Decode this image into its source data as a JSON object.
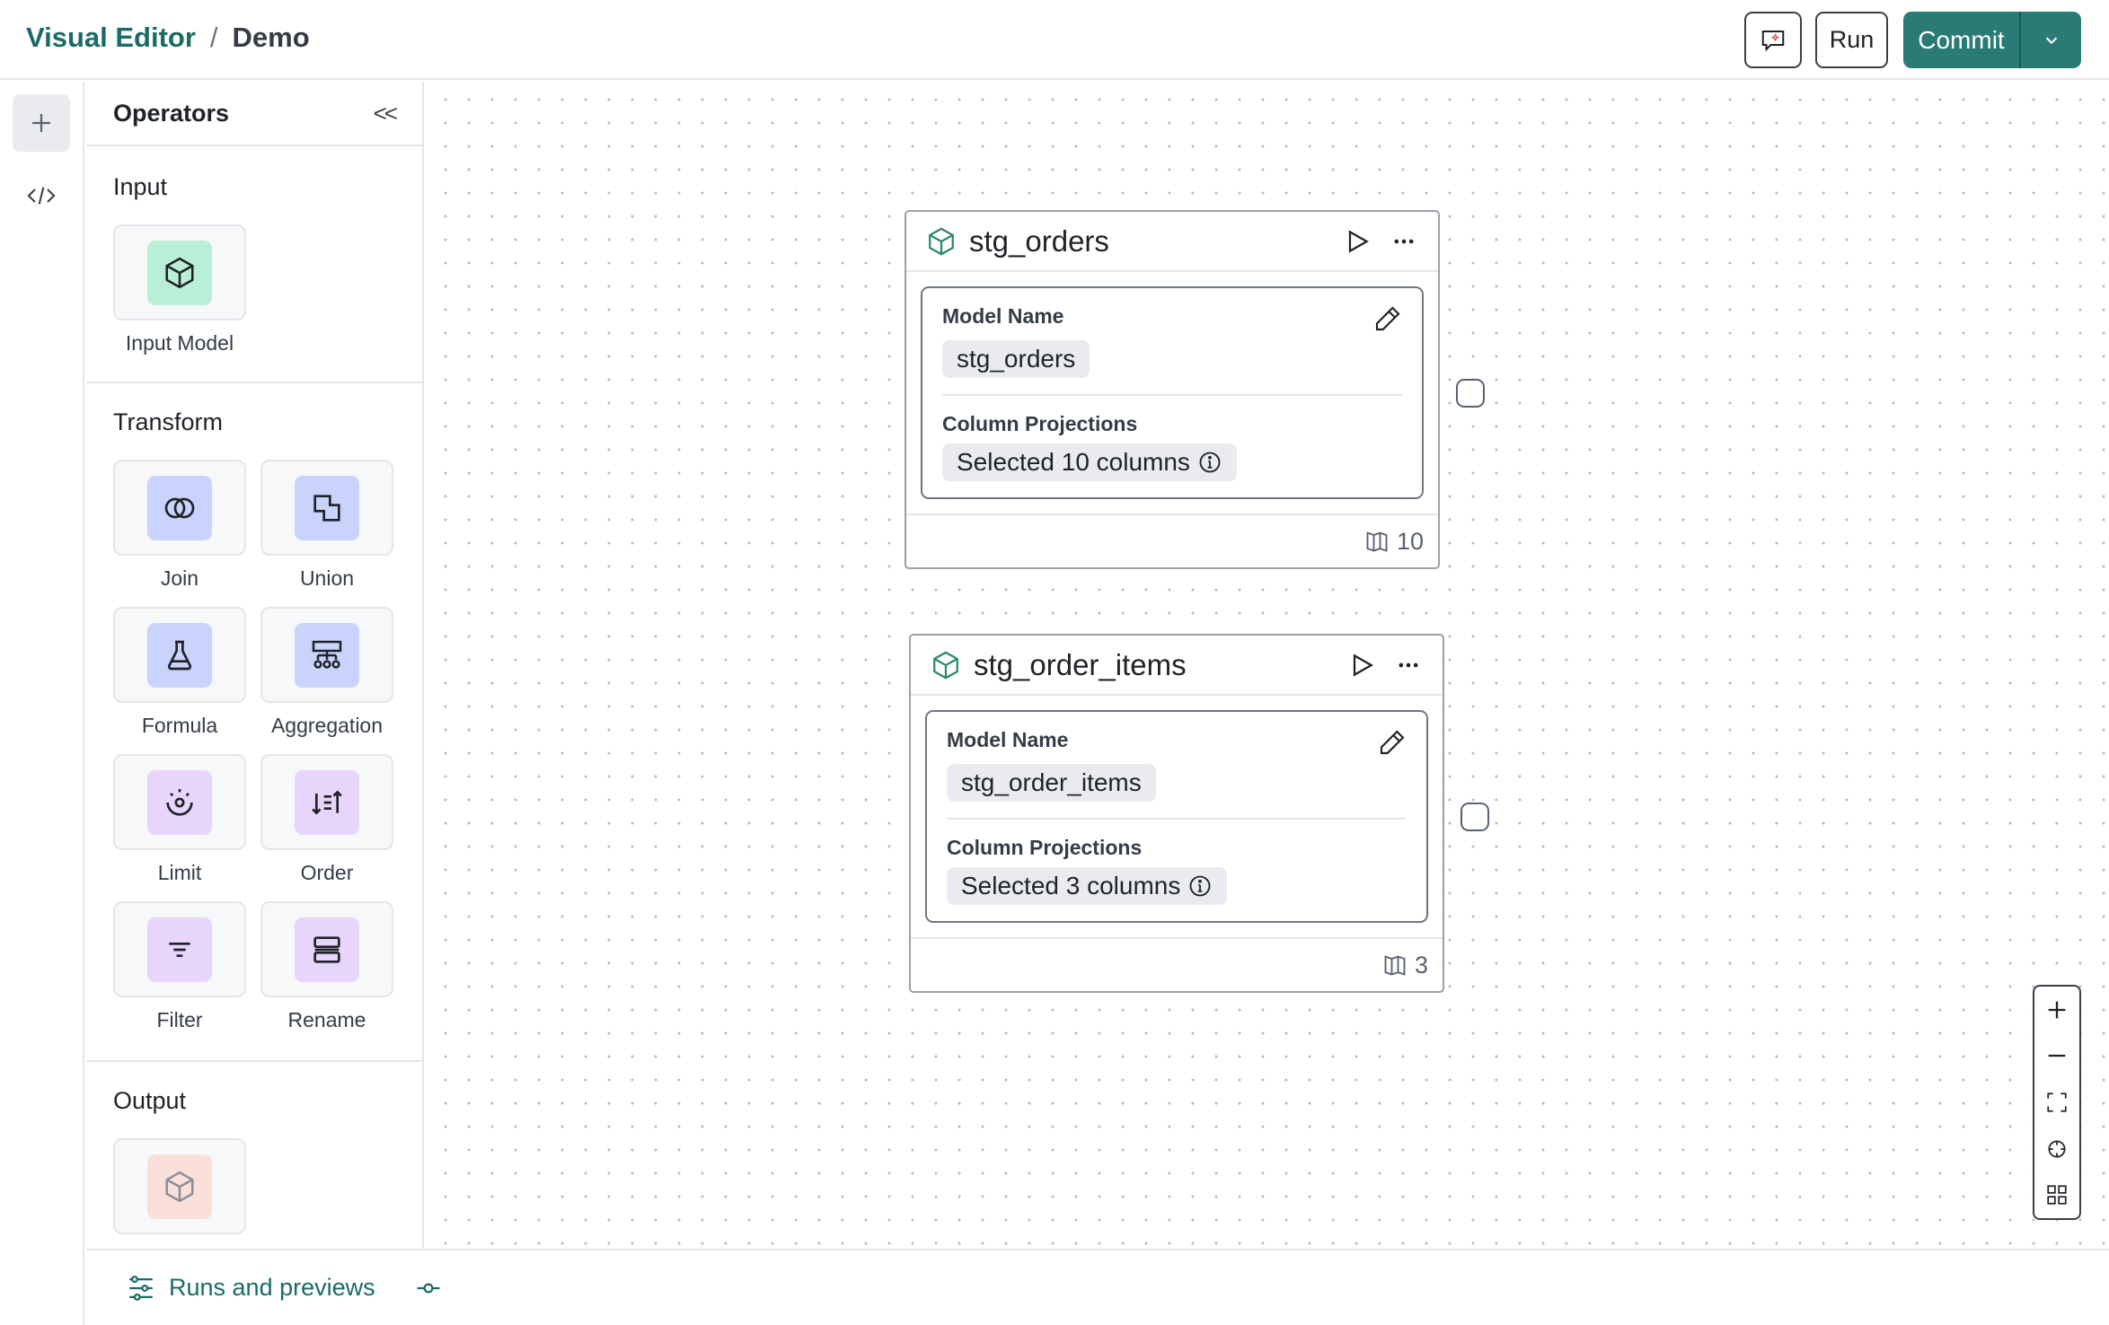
{
  "header": {
    "breadcrumb_root": "Visual Editor",
    "breadcrumb_sep": "/",
    "breadcrumb_current": "Demo",
    "run_label": "Run",
    "commit_label": "Commit"
  },
  "rail": {
    "add_icon": "plus-icon",
    "code_icon": "code-icon"
  },
  "operators": {
    "title": "Operators",
    "collapse_label": "<<",
    "input": {
      "title": "Input",
      "items": [
        {
          "label": "Input Model",
          "icon": "cube-icon",
          "color": "#b9efd6"
        }
      ]
    },
    "transform": {
      "title": "Transform",
      "items": [
        {
          "label": "Join",
          "icon": "join-icon",
          "color": "#c9d3fb"
        },
        {
          "label": "Union",
          "icon": "union-icon",
          "color": "#c9d3fb"
        },
        {
          "label": "Formula",
          "icon": "flask-icon",
          "color": "#c9d3fb"
        },
        {
          "label": "Aggregation",
          "icon": "hierarchy-icon",
          "color": "#c9d3fb"
        },
        {
          "label": "Limit",
          "icon": "limit-icon",
          "color": "#e7d5fb"
        },
        {
          "label": "Order",
          "icon": "sort-icon",
          "color": "#e7d5fb"
        },
        {
          "label": "Filter",
          "icon": "filter-icon",
          "color": "#e7d5fb"
        },
        {
          "label": "Rename",
          "icon": "rename-icon",
          "color": "#e7d5fb"
        }
      ]
    },
    "output": {
      "title": "Output",
      "items": [
        {
          "icon": "cube-icon",
          "color": "#fbe0da"
        }
      ]
    }
  },
  "nodes": [
    {
      "title": "stg_orders",
      "model_name_label": "Model Name",
      "model_name": "stg_orders",
      "projection_label": "Column Projections",
      "projection_value": "Selected 10 columns",
      "column_count": "10"
    },
    {
      "title": "stg_order_items",
      "model_name_label": "Model Name",
      "model_name": "stg_order_items",
      "projection_label": "Column Projections",
      "projection_value": "Selected 3 columns",
      "column_count": "3"
    }
  ],
  "bottom": {
    "runs_label": "Runs and previews"
  },
  "colors": {
    "accent": "#2a7a75",
    "link": "#1a6b68"
  }
}
